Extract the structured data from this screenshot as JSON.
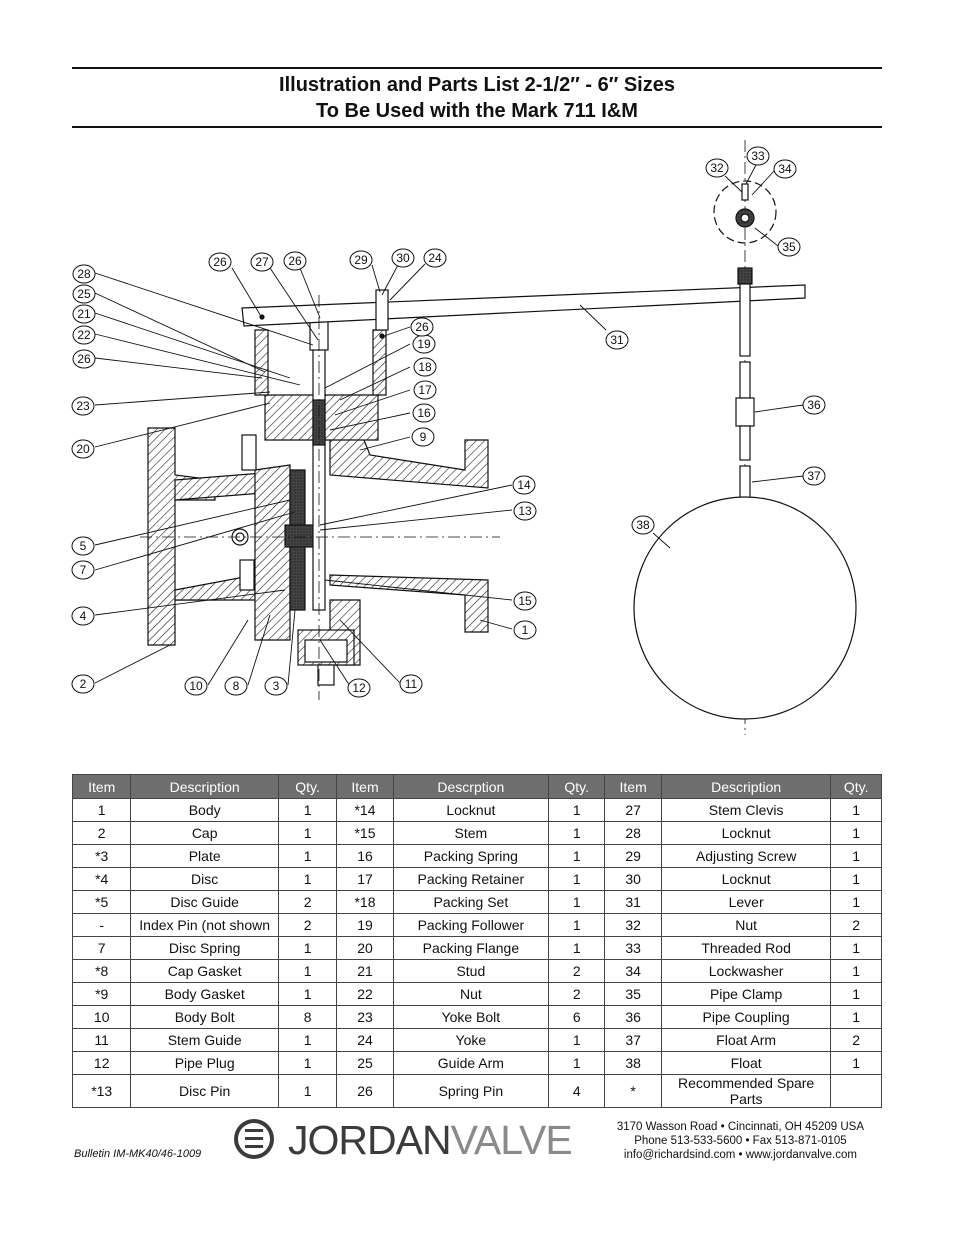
{
  "header": {
    "title_line1": "Illustration and Parts List 2-1/2″ - 6″ Sizes",
    "title_line2": "To Be Used with the Mark 711 I&M"
  },
  "callouts": [
    "1",
    "2",
    "3",
    "4",
    "5",
    "7",
    "8",
    "9",
    "10",
    "11",
    "12",
    "13",
    "14",
    "15",
    "16",
    "17",
    "18",
    "19",
    "20",
    "21",
    "22",
    "23",
    "24",
    "25",
    "26",
    "26",
    "26",
    "26",
    "27",
    "28",
    "29",
    "30",
    "31",
    "32",
    "33",
    "34",
    "35",
    "36",
    "37",
    "38"
  ],
  "parts_table": {
    "headers": [
      "Item",
      "Description",
      "Qty.",
      "Item",
      "Descrption",
      "Qty.",
      "Item",
      "Description",
      "Qty."
    ],
    "rows": [
      [
        "1",
        "Body",
        "1",
        "*14",
        "Locknut",
        "1",
        "27",
        "Stem Clevis",
        "1"
      ],
      [
        "2",
        "Cap",
        "1",
        "*15",
        "Stem",
        "1",
        "28",
        "Locknut",
        "1"
      ],
      [
        "*3",
        "Plate",
        "1",
        "16",
        "Packing Spring",
        "1",
        "29",
        "Adjusting Screw",
        "1"
      ],
      [
        "*4",
        "Disc",
        "1",
        "17",
        "Packing Retainer",
        "1",
        "30",
        "Locknut",
        "1"
      ],
      [
        "*5",
        "Disc Guide",
        "2",
        "*18",
        "Packing Set",
        "1",
        "31",
        "Lever",
        "1"
      ],
      [
        "-",
        "Index Pin (not shown",
        "2",
        "19",
        "Packing Follower",
        "1",
        "32",
        "Nut",
        "2"
      ],
      [
        "7",
        "Disc Spring",
        "1",
        "20",
        "Packing Flange",
        "1",
        "33",
        "Threaded Rod",
        "1"
      ],
      [
        "*8",
        "Cap Gasket",
        "1",
        "21",
        "Stud",
        "2",
        "34",
        "Lockwasher",
        "1"
      ],
      [
        "*9",
        "Body Gasket",
        "1",
        "22",
        "Nut",
        "2",
        "35",
        "Pipe Clamp",
        "1"
      ],
      [
        "10",
        "Body Bolt",
        "8",
        "23",
        "Yoke Bolt",
        "6",
        "36",
        "Pipe Coupling",
        "1"
      ],
      [
        "11",
        "Stem Guide",
        "1",
        "24",
        "Yoke",
        "1",
        "37",
        "Float Arm",
        "2"
      ],
      [
        "12",
        "Pipe Plug",
        "1",
        "25",
        "Guide Arm",
        "1",
        "38",
        "Float",
        "1"
      ],
      [
        "*13",
        "Disc Pin",
        "1",
        "26",
        "Spring Pin",
        "4",
        "*",
        "Recommended Spare Parts",
        ""
      ]
    ]
  },
  "footer": {
    "bulletin": "Bulletin IM-MK40/46-1009",
    "logo_text_bold": "JORDAN",
    "logo_text_light": "VALVE",
    "address_line1": "3170 Wasson Road  •  Cincinnati, OH  45209  USA",
    "address_line2": "Phone 513-533-5600  •  Fax 513-871-0105",
    "address_line3": "info@richardsind.com  •  www.jordanvalve.com"
  }
}
